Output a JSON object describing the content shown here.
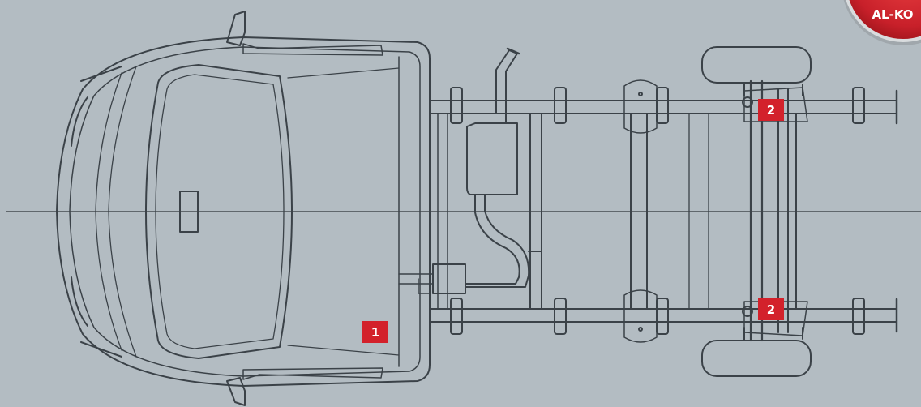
{
  "logo": {
    "text": "AL-KO",
    "color": "#c8202a"
  },
  "callouts": [
    {
      "id": "cab",
      "label": "1"
    },
    {
      "id": "axle-top",
      "label": "2"
    },
    {
      "id": "axle-bottom",
      "label": "2"
    }
  ],
  "colors": {
    "background": "#b3bcc2",
    "line": "#3b4248",
    "callout": "#d3212b"
  }
}
